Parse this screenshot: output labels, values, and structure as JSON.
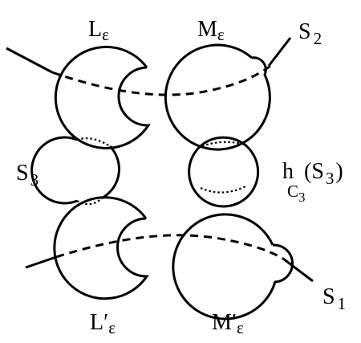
{
  "labels": {
    "L_top": {
      "base": "L",
      "sub": "ε"
    },
    "M_top": {
      "base": "M",
      "sub": "ε"
    },
    "S2": {
      "base": "S",
      "sub": "2"
    },
    "S3": {
      "base": "S",
      "sub": "3"
    },
    "h_label": {
      "base": "h",
      "sub": "C",
      "subsub": "3",
      "arg_open": "(S",
      "arg_sub": "3",
      "arg_close": ")"
    },
    "L_bot": {
      "base": "L′",
      "sub": "ε"
    },
    "M_bot": {
      "base": "M′",
      "sub": "ε"
    },
    "S1": {
      "base": "S",
      "sub": "1"
    }
  }
}
